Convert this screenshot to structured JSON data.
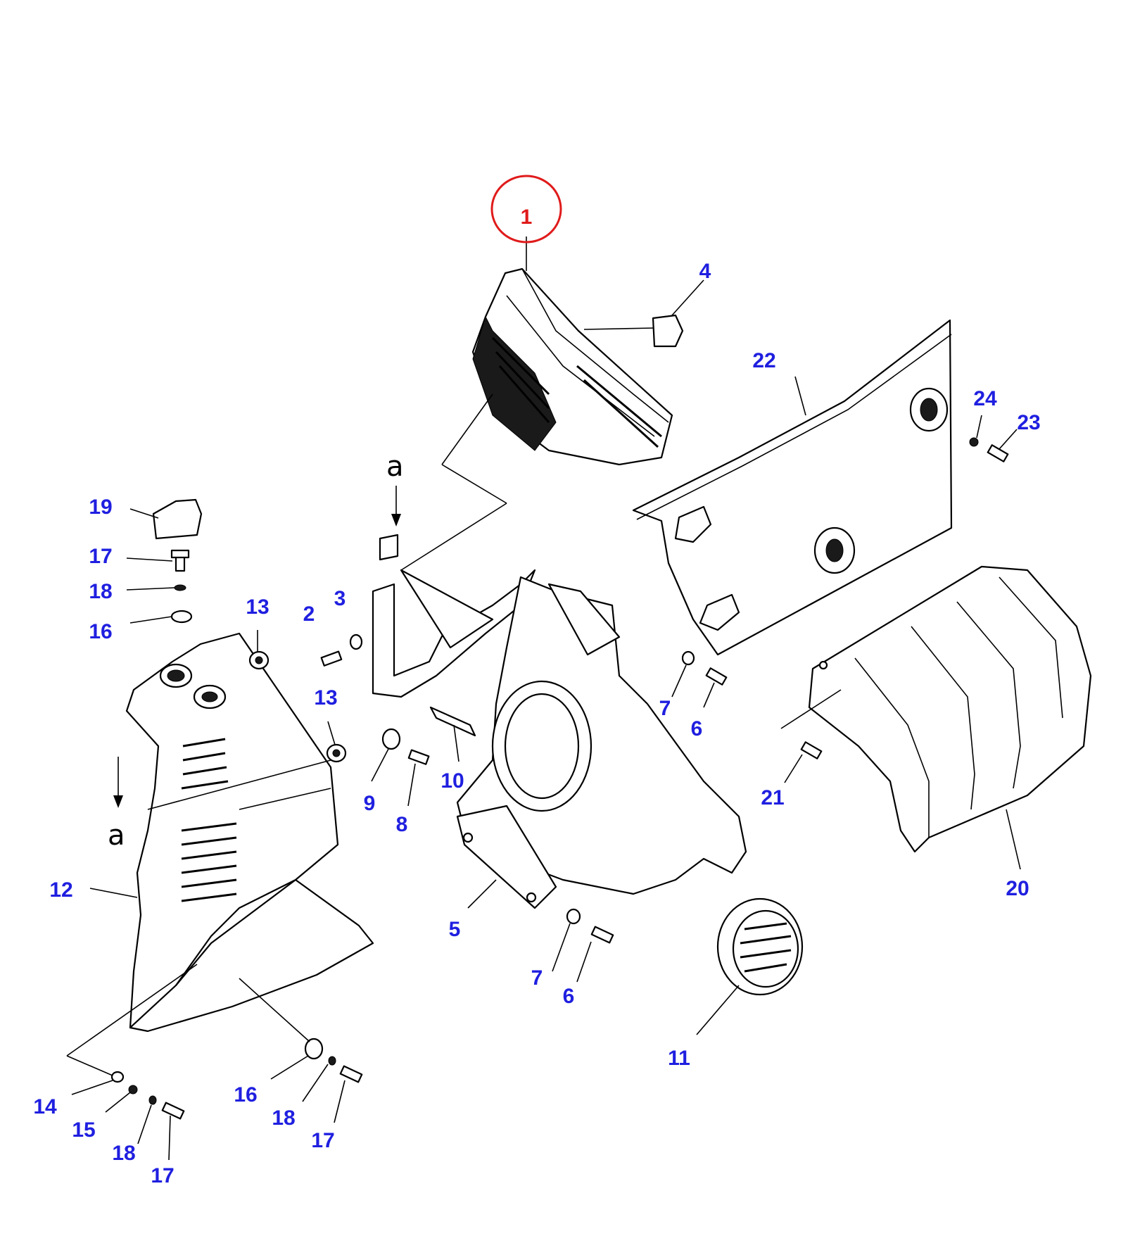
{
  "colors": {
    "callout": "#1f1fe0",
    "highlight": "#e01b1b",
    "line": "#000000",
    "background": "#ffffff"
  },
  "reference_marks": [
    {
      "id": "a-top",
      "text": "a"
    },
    {
      "id": "a-left",
      "text": "a"
    }
  ],
  "callouts": [
    {
      "id": "c1",
      "text": "1",
      "highlighted": true
    },
    {
      "id": "c4",
      "text": "4"
    },
    {
      "id": "c22",
      "text": "22"
    },
    {
      "id": "c24",
      "text": "24"
    },
    {
      "id": "c23",
      "text": "23"
    },
    {
      "id": "c19",
      "text": "19"
    },
    {
      "id": "c17a",
      "text": "17"
    },
    {
      "id": "c18a",
      "text": "18"
    },
    {
      "id": "c16a",
      "text": "16"
    },
    {
      "id": "c13a",
      "text": "13"
    },
    {
      "id": "c2",
      "text": "2"
    },
    {
      "id": "c3",
      "text": "3"
    },
    {
      "id": "c13b",
      "text": "13"
    },
    {
      "id": "c9",
      "text": "9"
    },
    {
      "id": "c8",
      "text": "8"
    },
    {
      "id": "c10",
      "text": "10"
    },
    {
      "id": "c7a",
      "text": "7"
    },
    {
      "id": "c6a",
      "text": "6"
    },
    {
      "id": "c21",
      "text": "21"
    },
    {
      "id": "c20",
      "text": "20"
    },
    {
      "id": "c12",
      "text": "12"
    },
    {
      "id": "c5",
      "text": "5"
    },
    {
      "id": "c7b",
      "text": "7"
    },
    {
      "id": "c6b",
      "text": "6"
    },
    {
      "id": "c11",
      "text": "11"
    },
    {
      "id": "c14",
      "text": "14"
    },
    {
      "id": "c15",
      "text": "15"
    },
    {
      "id": "c18b",
      "text": "18"
    },
    {
      "id": "c17b",
      "text": "17"
    },
    {
      "id": "c16b",
      "text": "16"
    },
    {
      "id": "c18c",
      "text": "18"
    },
    {
      "id": "c17c",
      "text": "17"
    }
  ]
}
